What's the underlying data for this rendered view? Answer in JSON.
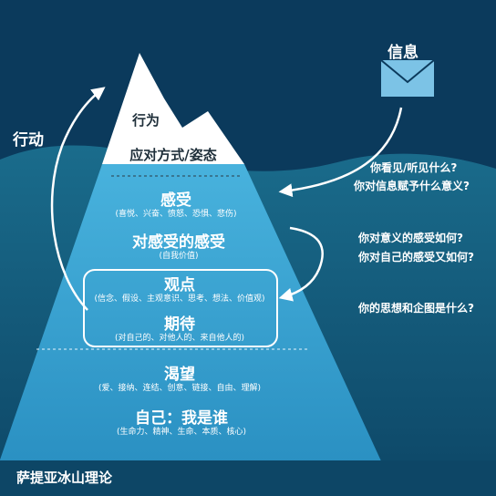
{
  "info_label": "信息",
  "action_label": "行动",
  "theory_title": "萨提亚冰山理论",
  "layers": {
    "behavior": "行为",
    "coping": "应对方式/姿态",
    "feelings": "感受",
    "feelings_sub": "(喜悦、兴奋、愤怒、恐惧、悲伤)",
    "feelings_about_feelings": "对感受的感受",
    "feelings_about_feelings_sub": "(自我价值)",
    "perceptions": "观点",
    "perceptions_sub": "(信念、假设、主观意识、思考、想法、价值观)",
    "expectations": "期待",
    "expectations_sub": "(对自己的、对他人的、来自他人的)",
    "yearnings": "渴望",
    "yearnings_sub": "(爱、接纳、连结、创意、链接、自由、理解)",
    "self": "自己：我是谁",
    "self_sub": "(生命力、精神、生命、本质、核心)"
  },
  "questions": {
    "q1_line1": "你看见/听见什么?",
    "q1_line2": "你对信息赋予什么意义?",
    "q2_line1": "你对意义的感受如何?",
    "q2_line2": "你对自己的感受又如何?",
    "q3": "你的思想和企图是什么?"
  },
  "colors": {
    "sky": "#0b3a5c",
    "water_top": "#1a6c8c",
    "water_deep": "#0d4666",
    "ice_above": "#ffffff",
    "ice_below": "#3ea9d6",
    "envelope": "#7cc3e6"
  }
}
